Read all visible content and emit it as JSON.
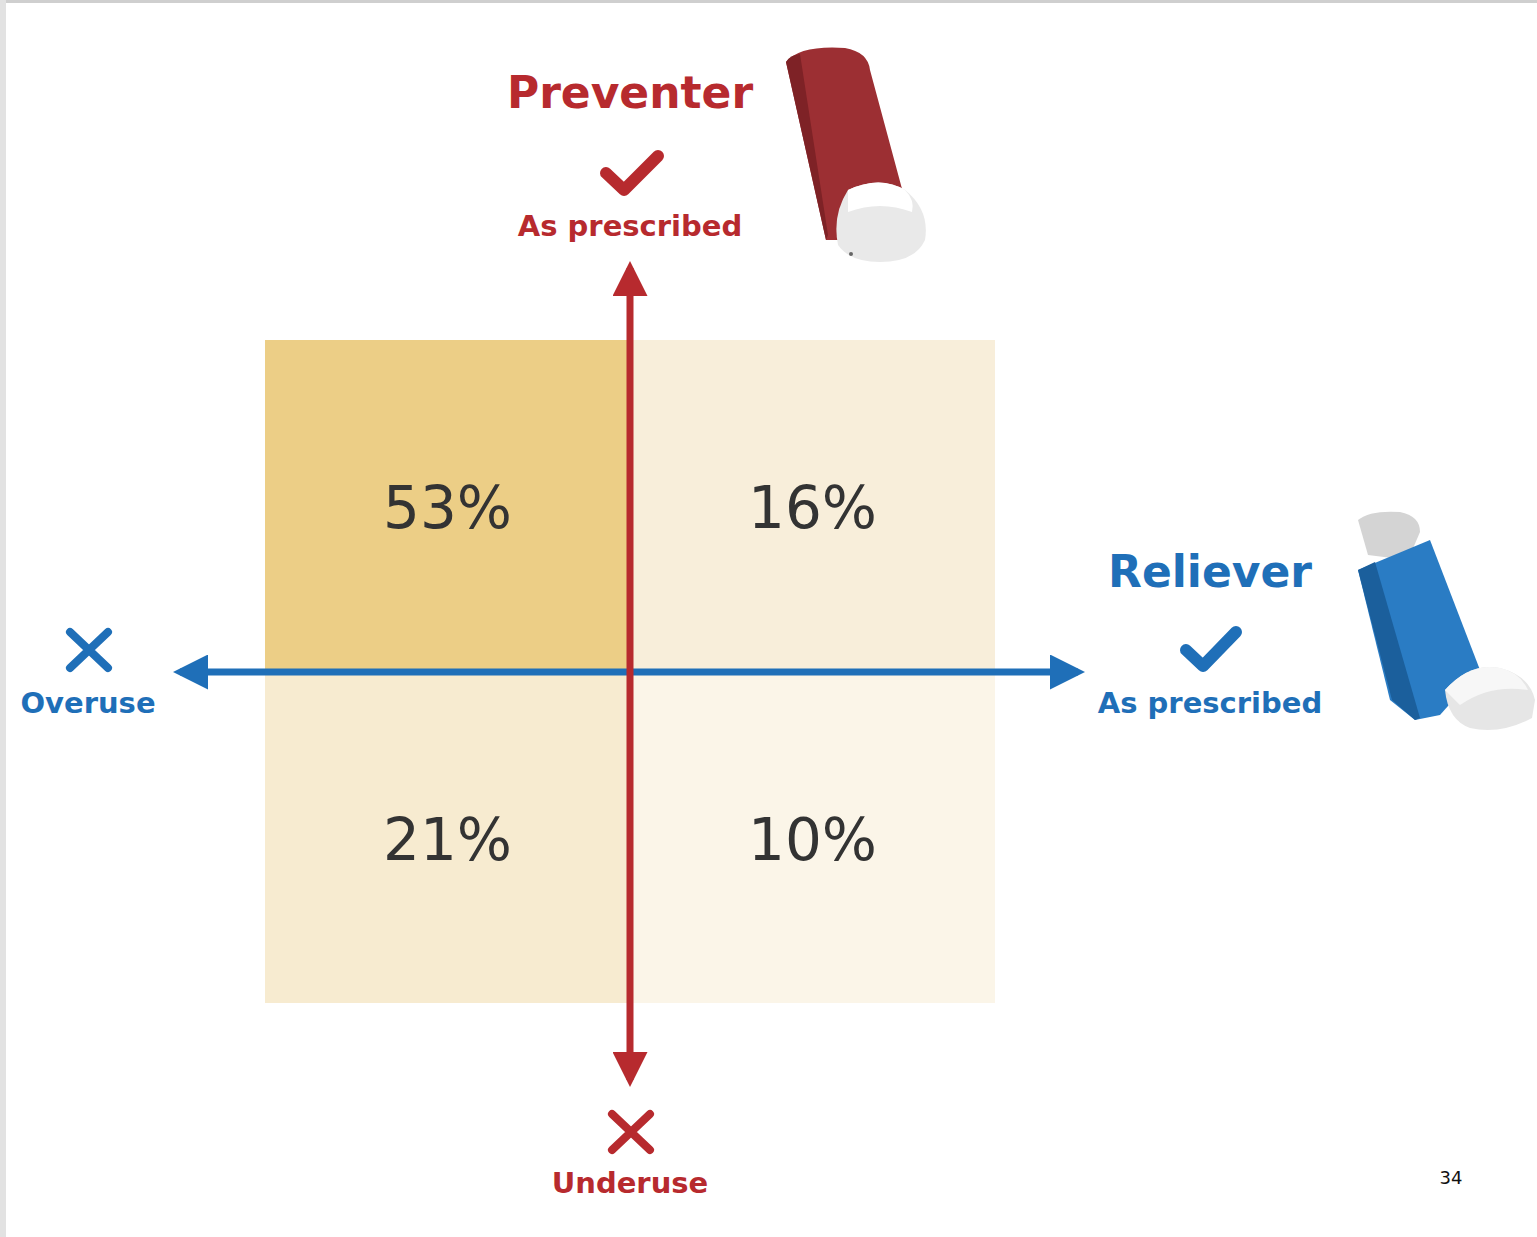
{
  "diagram": {
    "nodes": [
      {
        "text": [
          "53%"
        ]
      },
      {
        "text": [
          "16%"
        ]
      },
      {
        "text": [
          "21%"
        ]
      },
      {
        "text": [
          "10%"
        ]
      }
    ],
    "labels": [
      "Preventer",
      "As prescribed",
      "Reliever",
      "As prescribed",
      "Overuse",
      "Underuse",
      "34"
    ]
  }
}
